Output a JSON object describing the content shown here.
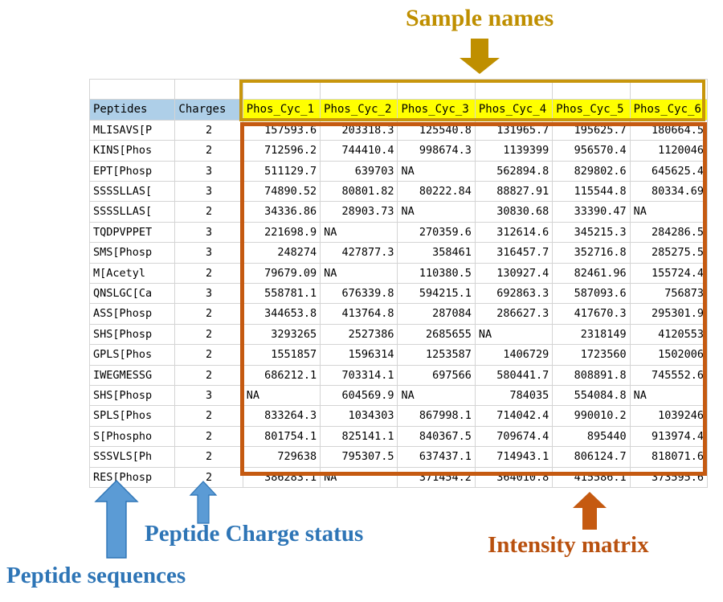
{
  "annotations": {
    "sample_names": "Sample names",
    "intensity_matrix": "Intensity matrix",
    "charge_status": "Peptide Charge status",
    "peptide_sequences": "Peptide sequences"
  },
  "colors": {
    "sample_names_label": "#bf8f00",
    "sample_names_box_border": "#c8960c",
    "sample_header_fill": "#ffff00",
    "intensity_label": "#b9510f",
    "intensity_box_border": "#c55a11",
    "blue_label": "#2e75b6",
    "blue_arrow": "#5b9bd5",
    "row_header_fill": "#aecfe8"
  },
  "table": {
    "headers": {
      "peptides": "Peptides",
      "charges": "Charges",
      "samples": [
        "Phos_Cyc_1",
        "Phos_Cyc_2",
        "Phos_Cyc_3",
        "Phos_Cyc_4",
        "Phos_Cyc_5",
        "Phos_Cyc_6"
      ]
    },
    "rows": [
      {
        "peptide": "MLISAVS[P",
        "charge": "2",
        "values": [
          "157593.6",
          "203318.3",
          "125540.8",
          "131965.7",
          "195625.7",
          "180664.5"
        ]
      },
      {
        "peptide": "KINS[Phos",
        "charge": "2",
        "values": [
          "712596.2",
          "744410.4",
          "998674.3",
          "1139399",
          "956570.4",
          "1120046"
        ]
      },
      {
        "peptide": "EPT[Phosp",
        "charge": "3",
        "values": [
          "511129.7",
          "639703",
          "NA",
          "562894.8",
          "829802.6",
          "645625.4"
        ]
      },
      {
        "peptide": "SSSSLLAS[",
        "charge": "3",
        "values": [
          "74890.52",
          "80801.82",
          "80222.84",
          "88827.91",
          "115544.8",
          "80334.69"
        ]
      },
      {
        "peptide": "SSSSLLAS[",
        "charge": "2",
        "values": [
          "34336.86",
          "28903.73",
          "NA",
          "30830.68",
          "33390.47",
          "NA"
        ]
      },
      {
        "peptide": "TQDPVPPET",
        "charge": "3",
        "values": [
          "221698.9",
          "NA",
          "270359.6",
          "312614.6",
          "345215.3",
          "284286.5"
        ]
      },
      {
        "peptide": "SMS[Phosp",
        "charge": "3",
        "values": [
          "248274",
          "427877.3",
          "358461",
          "316457.7",
          "352716.8",
          "285275.5"
        ]
      },
      {
        "peptide": "M[Acetyl",
        "charge": "2",
        "values": [
          "79679.09",
          "NA",
          "110380.5",
          "130927.4",
          "82461.96",
          "155724.4"
        ]
      },
      {
        "peptide": "QNSLGC[Ca",
        "charge": "3",
        "values": [
          "558781.1",
          "676339.8",
          "594215.1",
          "692863.3",
          "587093.6",
          "756873"
        ]
      },
      {
        "peptide": "ASS[Phosp",
        "charge": "2",
        "values": [
          "344653.8",
          "413764.8",
          "287084",
          "286627.3",
          "417670.3",
          "295301.9"
        ]
      },
      {
        "peptide": "SHS[Phosp",
        "charge": "2",
        "values": [
          "3293265",
          "2527386",
          "2685655",
          "NA",
          "2318149",
          "4120553"
        ]
      },
      {
        "peptide": "GPLS[Phos",
        "charge": "2",
        "values": [
          "1551857",
          "1596314",
          "1253587",
          "1406729",
          "1723560",
          "1502006"
        ]
      },
      {
        "peptide": "IWEGMESSG",
        "charge": "2",
        "values": [
          "686212.1",
          "703314.1",
          "697566",
          "580441.7",
          "808891.8",
          "745552.6"
        ]
      },
      {
        "peptide": "SHS[Phosp",
        "charge": "3",
        "values": [
          "NA",
          "604569.9",
          "NA",
          "784035",
          "554084.8",
          "NA"
        ]
      },
      {
        "peptide": "SPLS[Phos",
        "charge": "2",
        "values": [
          "833264.3",
          "1034303",
          "867998.1",
          "714042.4",
          "990010.2",
          "1039246"
        ]
      },
      {
        "peptide": "S[Phospho",
        "charge": "2",
        "values": [
          "801754.1",
          "825141.1",
          "840367.5",
          "709674.4",
          "895440",
          "913974.4"
        ]
      },
      {
        "peptide": "SSSVLS[Ph",
        "charge": "2",
        "values": [
          "729638",
          "795307.5",
          "637437.1",
          "714943.1",
          "806124.7",
          "818071.6"
        ]
      },
      {
        "peptide": "RES[Phosp",
        "charge": "2",
        "values": [
          "386283.1",
          "NA",
          "371454.2",
          "364010.8",
          "415586.1",
          "373595.6"
        ]
      }
    ]
  }
}
